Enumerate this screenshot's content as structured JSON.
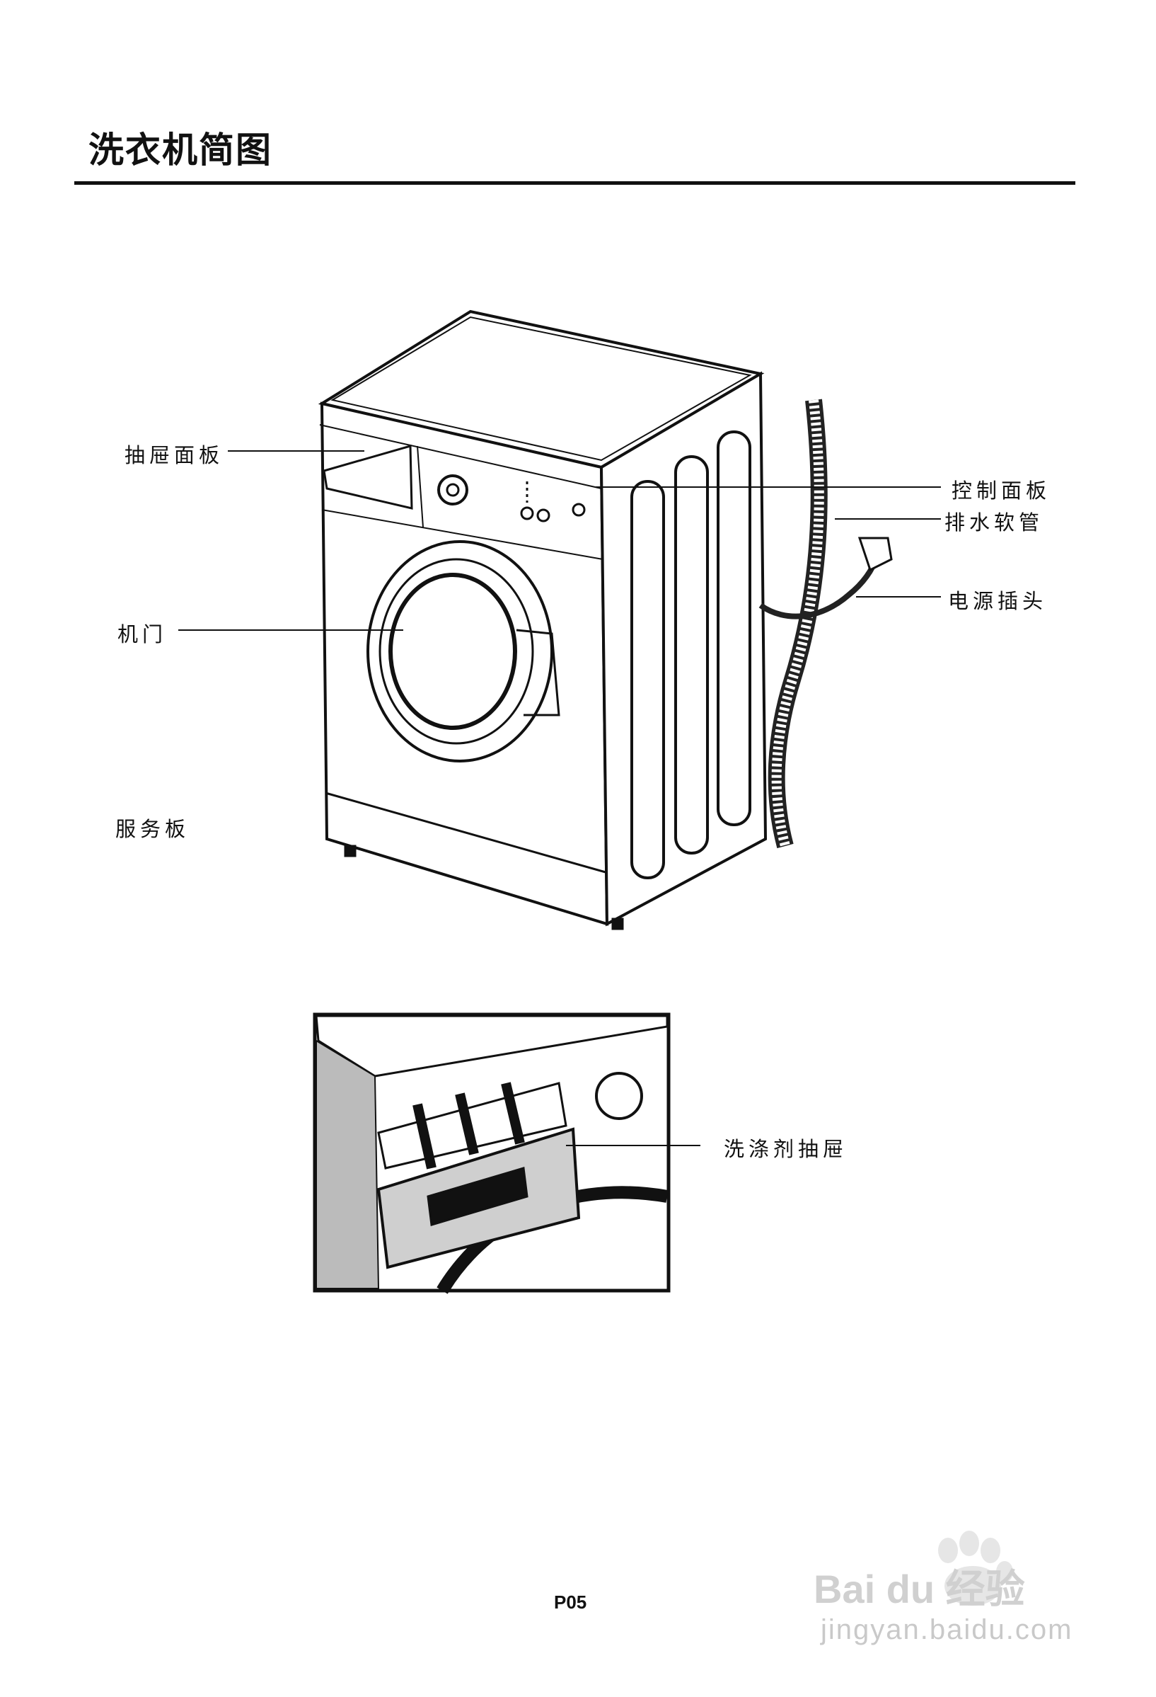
{
  "title": "洗衣机简图",
  "labels": {
    "drawer_panel": "抽屉面板",
    "control_panel": "控制面板",
    "drain_hose": "排水软管",
    "power_plug": "电源插头",
    "door": "机门",
    "service_panel": "服务板",
    "detergent_drawer": "洗涤剂抽屉"
  },
  "page_number": "P05",
  "watermark": {
    "brand": "Bai du 经验",
    "url": "jingyan.baidu.com"
  }
}
